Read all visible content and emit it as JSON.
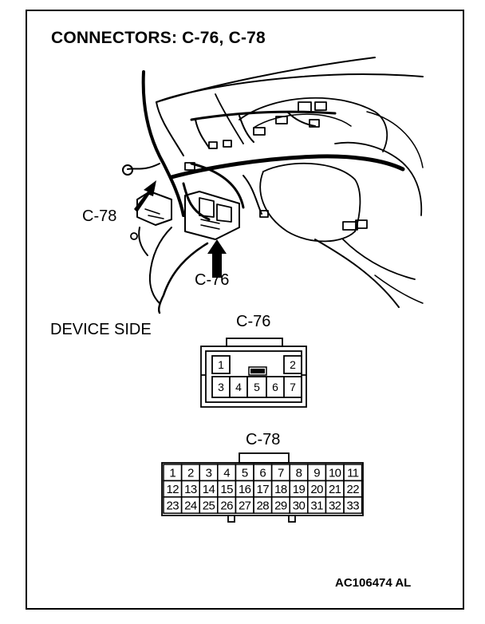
{
  "title": "CONNECTORS: C-76, C-78",
  "callouts": {
    "c78": "C-78",
    "c76": "C-76"
  },
  "device_side_label": "DEVICE SIDE",
  "c76": {
    "name": "C-76",
    "top_pins": [
      "1",
      "2"
    ],
    "bottom_pins": [
      "3",
      "4",
      "5",
      "6",
      "7"
    ]
  },
  "c78": {
    "name": "C-78",
    "rows": [
      [
        "1",
        "2",
        "3",
        "4",
        "5",
        "6",
        "7",
        "8",
        "9",
        "10",
        "11"
      ],
      [
        "12",
        "13",
        "14",
        "15",
        "16",
        "17",
        "18",
        "19",
        "20",
        "21",
        "22"
      ],
      [
        "23",
        "24",
        "25",
        "26",
        "27",
        "28",
        "29",
        "30",
        "31",
        "32",
        "33"
      ]
    ]
  },
  "figure_id": "AC106474 AL"
}
